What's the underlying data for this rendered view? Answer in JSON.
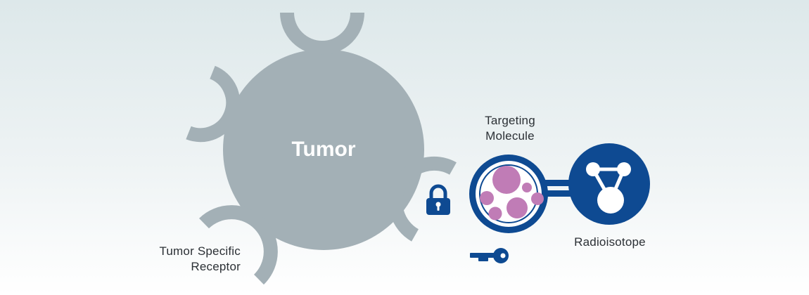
{
  "diagram": {
    "tumor": {
      "label": "Tumor",
      "fill_color": "#a3b0b6",
      "label_color": "#ffffff"
    },
    "receptor_label": {
      "line1": "Tumor Specific",
      "line2": "Receptor"
    },
    "targeting_molecule_label": {
      "line1": "Targeting",
      "line2": "Molecule"
    },
    "radioisotope_label": "Radioisotope",
    "icons": {
      "lock": "lock-icon",
      "key": "key-icon",
      "molecule": "molecule-icon"
    },
    "colors": {
      "primary_blue": "#0e4a92",
      "receptor_gray": "#a3b0b6",
      "particle_purple": "#c07cb6",
      "text": "#2b3035"
    }
  }
}
